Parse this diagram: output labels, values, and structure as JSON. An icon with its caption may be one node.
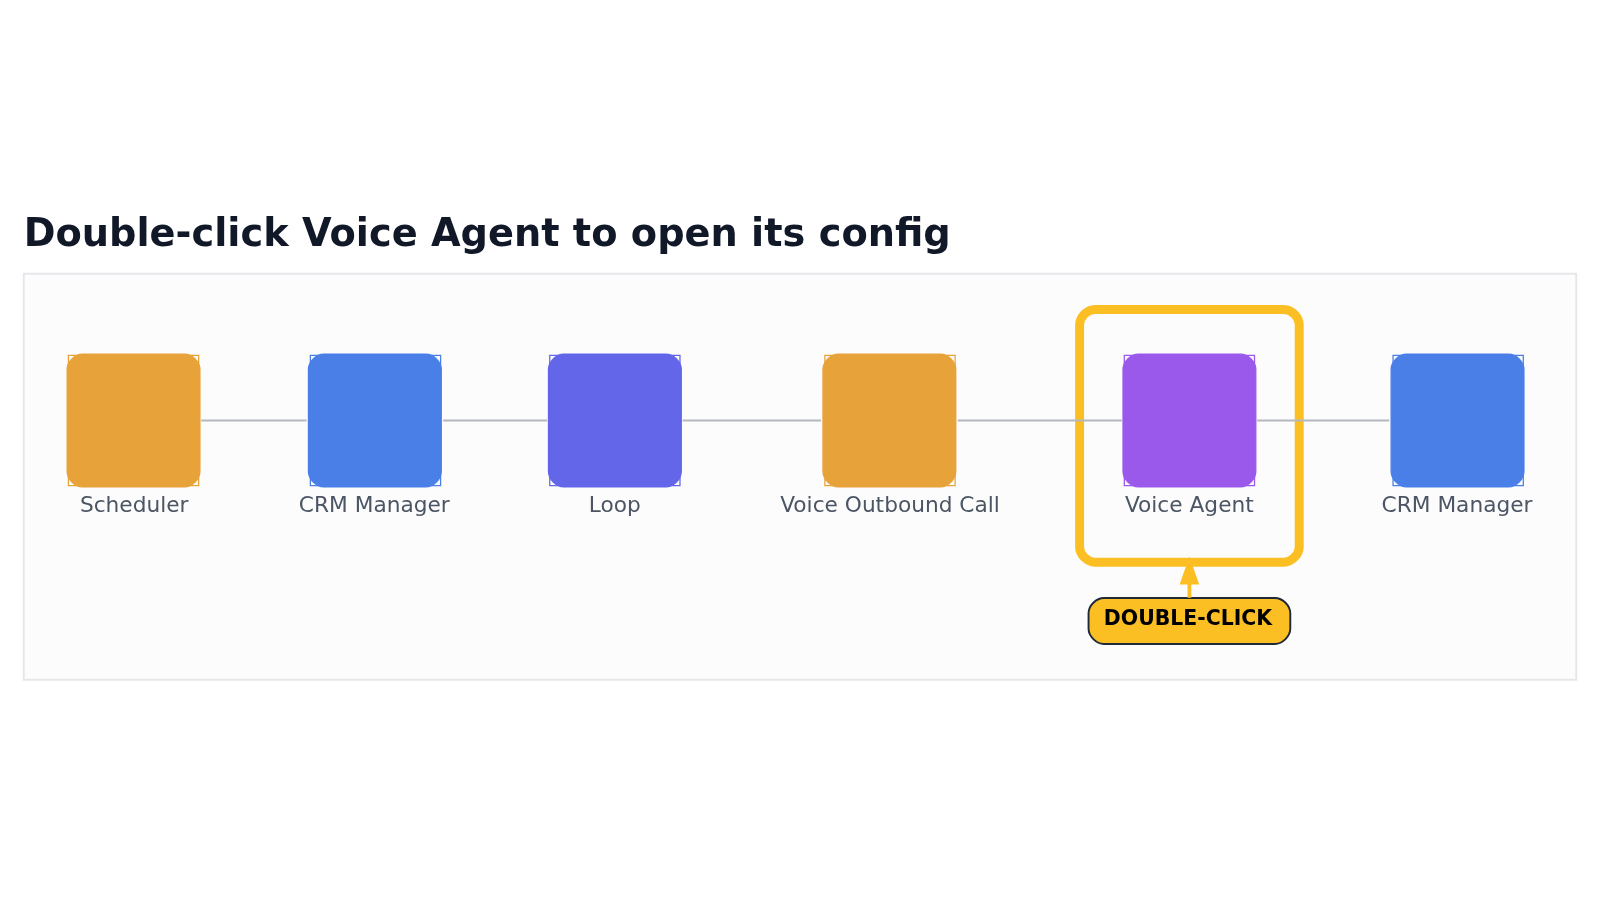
{
  "diagram": {
    "title": "Double-click Voice Agent to open its config",
    "nodes": [
      {
        "text": [],
        "shape": "box"
      },
      {
        "text": [
          "Scheduler"
        ],
        "in": 0
      },
      {
        "text": [
          "CRM Manager"
        ],
        "in": 0
      },
      {
        "text": [
          "Loop"
        ],
        "in": 0
      },
      {
        "text": [
          "Voice Outbound Call"
        ],
        "in": 0
      },
      {
        "text": [
          "DOUBLE-CLICK"
        ],
        "in": 0
      },
      {
        "text": [],
        "shape": "box",
        "in": 0
      },
      {
        "text": [
          "Voice Agent"
        ],
        "in": 6
      },
      {
        "text": [
          "CRM Manager"
        ],
        "in": 0
      }
    ],
    "edges": [
      {
        "from": 1,
        "to": 2,
        "arrow": "none"
      },
      {
        "from": 2,
        "to": 3,
        "arrow": "none"
      },
      {
        "from": 3,
        "to": 4,
        "arrow": "none"
      },
      {
        "from": 4,
        "to": 7,
        "arrow": "none"
      },
      {
        "from": 7,
        "to": 8,
        "arrow": "none"
      },
      {
        "from": 5,
        "to": 6,
        "arrow": "to",
        "color": "#fbbf24"
      }
    ]
  }
}
